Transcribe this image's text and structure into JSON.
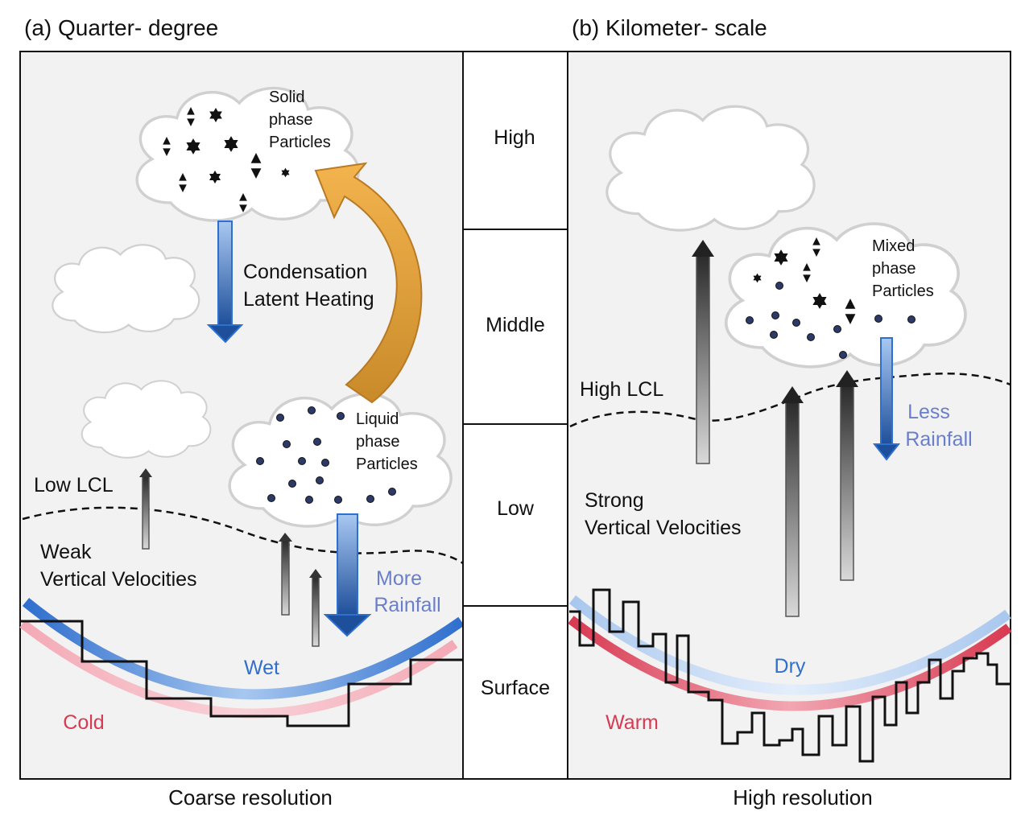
{
  "panels": {
    "left": {
      "title": "(a) Quarter- degree",
      "caption": "Coarse resolution",
      "solid_label": [
        "Solid",
        "phase",
        "Particles"
      ],
      "liquid_label": [
        "Liquid",
        "phase",
        "Particles"
      ],
      "condensation_label": [
        "Condensation",
        "Latent Heating"
      ],
      "lcl_label": "Low LCL",
      "velocity_label": [
        "Weak",
        "Vertical Velocities"
      ],
      "rain_label": [
        "More",
        "Rainfall"
      ],
      "moisture_label": "Wet",
      "temperature_label": "Cold"
    },
    "right": {
      "title": "(b) Kilometer- scale",
      "caption": "High resolution",
      "mixed_label": [
        "Mixed",
        "phase",
        "Particles"
      ],
      "lcl_label": "High LCL",
      "velocity_label": [
        "Strong",
        "Vertical Velocities"
      ],
      "rain_label": [
        "Less",
        "Rainfall"
      ],
      "moisture_label": "Dry",
      "temperature_label": "Warm"
    }
  },
  "levels": [
    "High",
    "Middle",
    "Low",
    "Surface"
  ],
  "colors": {
    "wet_blue": "#2f6fce",
    "cold_pink": "#f4b8c2",
    "warm_red": "#d83a52",
    "dry_blue": "#c6daf2",
    "rain_text": "#6a7fc9",
    "feedback_arrow": "#e8a53a",
    "panel_bg": "#f2f2f2"
  }
}
